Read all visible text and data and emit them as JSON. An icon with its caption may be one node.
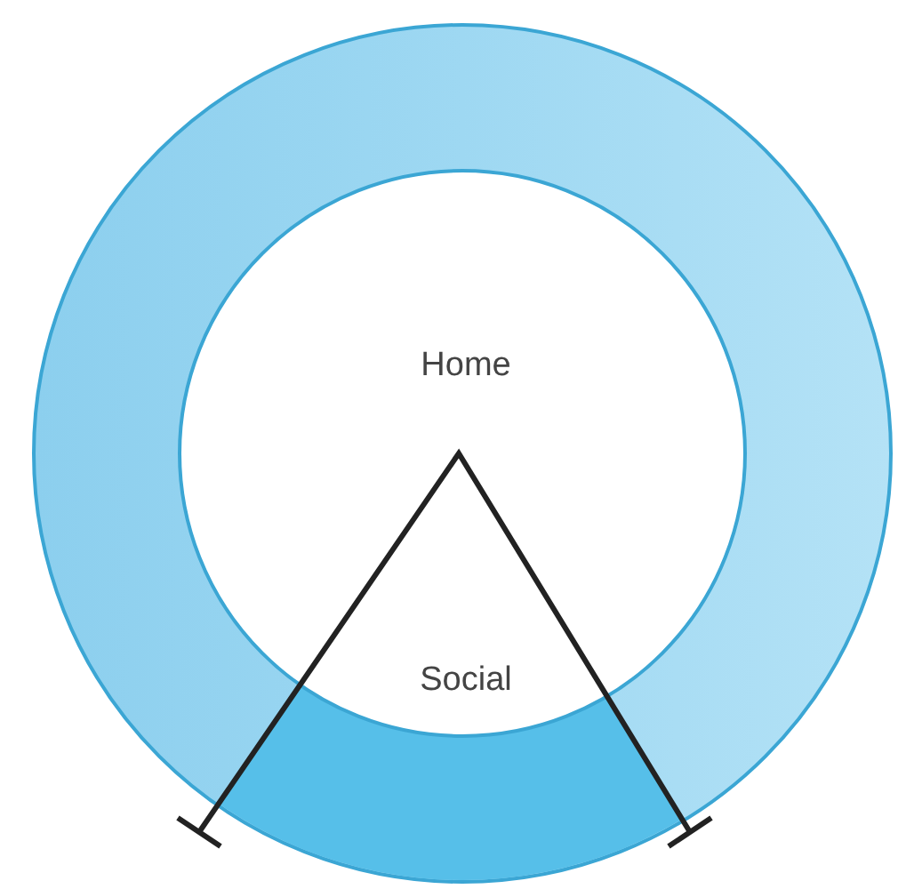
{
  "diagram": {
    "nodes": [
      {
        "text": [],
        "shape": "circle"
      },
      {
        "text": [
          "Home"
        ],
        "in": 0
      }
    ],
    "labels": [
      "Social"
    ]
  }
}
